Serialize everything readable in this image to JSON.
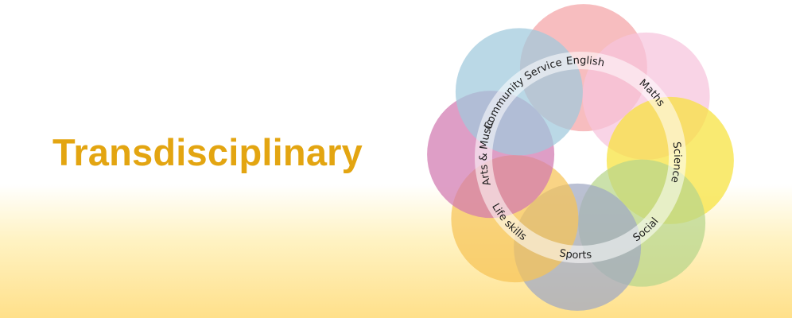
{
  "title": "Transdisciplinary",
  "colors": {
    "title": "#e3a511",
    "ring": "#ffffff"
  },
  "subjects": [
    {
      "label": "English",
      "color": "#f4a3a6"
    },
    {
      "label": "Maths",
      "color": "#f6c3dc"
    },
    {
      "label": "Science",
      "color": "#f7e23a"
    },
    {
      "label": "Social",
      "color": "#b7d68a"
    },
    {
      "label": "Sports",
      "color": "#9fa8c4"
    },
    {
      "label": "Life skills",
      "color": "#f6c356"
    },
    {
      "label": "Arts & Music",
      "color": "#d179b0"
    },
    {
      "label": "Community Service",
      "color": "#9fc9dd"
    }
  ]
}
